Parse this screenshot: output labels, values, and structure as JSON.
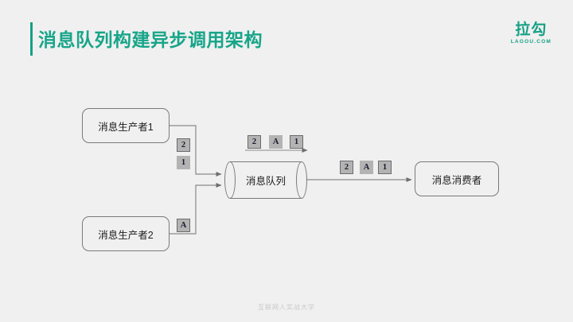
{
  "header": {
    "title": "消息队列构建异步调用架构",
    "accent_color": "#16a085"
  },
  "logo": {
    "mark": "拉勾",
    "domain": "LAGOU.COM"
  },
  "diagram": {
    "type": "flow",
    "nodes": [
      {
        "id": "producer-1",
        "label": "消息生产者1",
        "shape": "rounded-rect"
      },
      {
        "id": "producer-2",
        "label": "消息生产者2",
        "shape": "rounded-rect"
      },
      {
        "id": "queue",
        "label": "消息队列",
        "shape": "cylinder"
      },
      {
        "id": "consumer",
        "label": "消息消费者",
        "shape": "rounded-rect"
      }
    ],
    "badges": {
      "producer_1_out": [
        "2",
        "1"
      ],
      "producer_2_out": [
        "A"
      ],
      "queue_in": [
        "2",
        "A",
        "1"
      ],
      "queue_out": [
        "2",
        "A",
        "1"
      ]
    },
    "edges": [
      {
        "from": "producer-1",
        "to": "queue"
      },
      {
        "from": "producer-2",
        "to": "queue"
      },
      {
        "from": "queue",
        "to": "consumer"
      }
    ],
    "line_color": "#8a8a8a",
    "badge_color": "#b3b3b3"
  },
  "footer": {
    "text": "互联网人实战大学"
  }
}
